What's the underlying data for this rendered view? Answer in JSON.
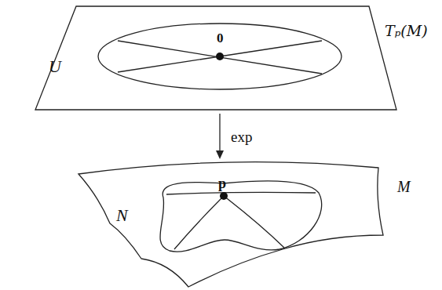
{
  "diagram": {
    "labels": [
      "0",
      "Tₚ(M)",
      "U",
      "exp",
      "p",
      "M",
      "N"
    ]
  }
}
